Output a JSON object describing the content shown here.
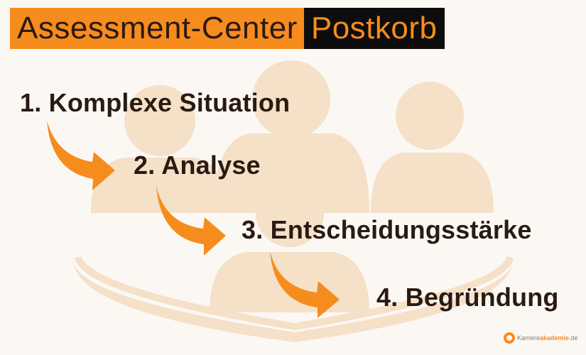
{
  "title": {
    "left": "Assessment-Center",
    "right": "Postkorb"
  },
  "steps": [
    "1. Komplexe Situation",
    "2. Analyse",
    "3. Entscheidungsstärke",
    "4. Begründung"
  ],
  "brand": {
    "prefix": "Karriere",
    "highlight": "akademie",
    "suffix": ".de"
  },
  "colors": {
    "accent": "#f68c1e",
    "title_bg_dark": "#0d0d0d",
    "text": "#2a1a12",
    "figures": "#f5e0c8"
  },
  "icons": [
    "people-group-icon",
    "arrow-icon",
    "brand-logo-icon"
  ]
}
